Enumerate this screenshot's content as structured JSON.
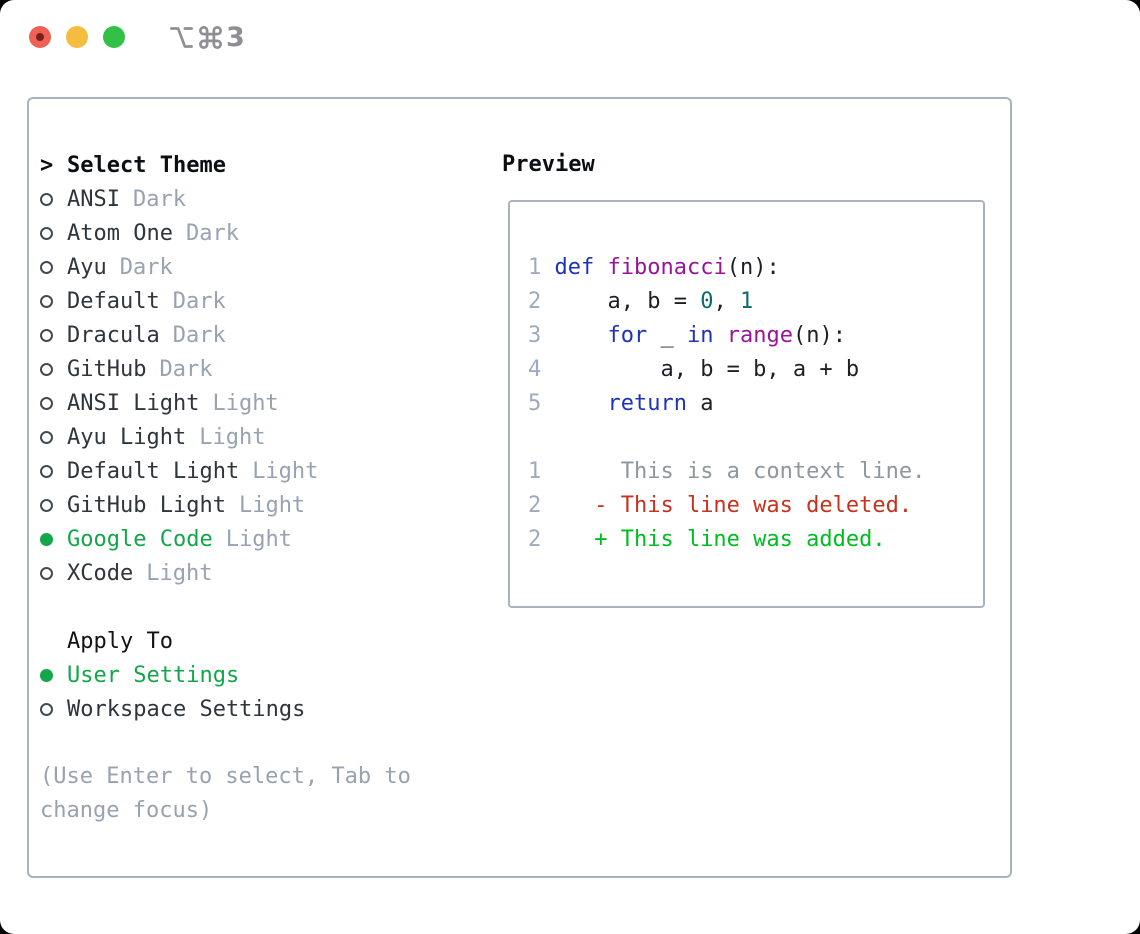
{
  "colors": {
    "accent_green": "#12a74a",
    "added_green": "#00bd1f",
    "deleted_red": "#c8311d",
    "keyword_blue": "#1e33b8",
    "function_purple": "#991499",
    "number_teal": "#0e6b6b",
    "muted_gray": "#98a2b0",
    "line_number_gray": "#9fa9bd",
    "context_gray": "#8e969e",
    "text_dark": "#2f353c",
    "header_black": "#0b0e12",
    "border_gray": "#a9b2bd",
    "title_gray": "#8e8e93",
    "code_text": "#1c2026",
    "traffic_red": "#ee6156",
    "traffic_red_dot": "#7c1f17",
    "traffic_yellow": "#f5bd40",
    "traffic_green": "#32c146"
  },
  "titlebar": {
    "icons": [
      "option-key-icon",
      "command-key-icon"
    ],
    "title_text": "3"
  },
  "theme_panel": {
    "cursor": ">",
    "header": "Select Theme",
    "themes": [
      {
        "name": "ANSI",
        "variant": "Dark",
        "selected": false
      },
      {
        "name": "Atom One",
        "variant": "Dark",
        "selected": false
      },
      {
        "name": "Ayu",
        "variant": "Dark",
        "selected": false
      },
      {
        "name": "Default",
        "variant": "Dark",
        "selected": false
      },
      {
        "name": "Dracula",
        "variant": "Dark",
        "selected": false
      },
      {
        "name": "GitHub",
        "variant": "Dark",
        "selected": false
      },
      {
        "name": "ANSI Light",
        "variant": "Light",
        "selected": false
      },
      {
        "name": "Ayu Light",
        "variant": "Light",
        "selected": false
      },
      {
        "name": "Default Light",
        "variant": "Light",
        "selected": false
      },
      {
        "name": "GitHub Light",
        "variant": "Light",
        "selected": false
      },
      {
        "name": "Google Code",
        "variant": "Light",
        "selected": true
      },
      {
        "name": "XCode",
        "variant": "Light",
        "selected": false
      }
    ],
    "apply_to": {
      "header": "Apply To",
      "options": [
        {
          "name": "User Settings",
          "selected": true
        },
        {
          "name": "Workspace Settings",
          "selected": false
        }
      ]
    },
    "hint": "(Use Enter to select, Tab to change focus)"
  },
  "preview": {
    "heading": "Preview",
    "code_lines": [
      [
        [
          "ln",
          "1"
        ],
        [
          "pl",
          " "
        ],
        [
          "kw",
          "def"
        ],
        [
          "pl",
          " "
        ],
        [
          "fn",
          "fibonacci"
        ],
        [
          "pl",
          "(n):"
        ]
      ],
      [
        [
          "ln",
          "2"
        ],
        [
          "pl",
          "     a, b = "
        ],
        [
          "num",
          "0"
        ],
        [
          "pl",
          ", "
        ],
        [
          "num",
          "1"
        ]
      ],
      [
        [
          "ln",
          "3"
        ],
        [
          "pl",
          "     "
        ],
        [
          "kw",
          "for"
        ],
        [
          "pl",
          " _ "
        ],
        [
          "kw",
          "in"
        ],
        [
          "pl",
          " "
        ],
        [
          "fn",
          "range"
        ],
        [
          "pl",
          "(n):"
        ]
      ],
      [
        [
          "ln",
          "4"
        ],
        [
          "pl",
          "         a, b = b, a + b"
        ]
      ],
      [
        [
          "ln",
          "5"
        ],
        [
          "pl",
          "     "
        ],
        [
          "kw",
          "return"
        ],
        [
          "pl",
          " a"
        ]
      ]
    ],
    "diff_lines": [
      [
        [
          "ln",
          "1"
        ],
        [
          "ctx",
          "      This is a context line."
        ]
      ],
      [
        [
          "ln",
          "2"
        ],
        [
          "del",
          "    - This line was deleted."
        ]
      ],
      [
        [
          "ln",
          "2"
        ],
        [
          "add",
          "    + This line was added."
        ]
      ]
    ]
  }
}
